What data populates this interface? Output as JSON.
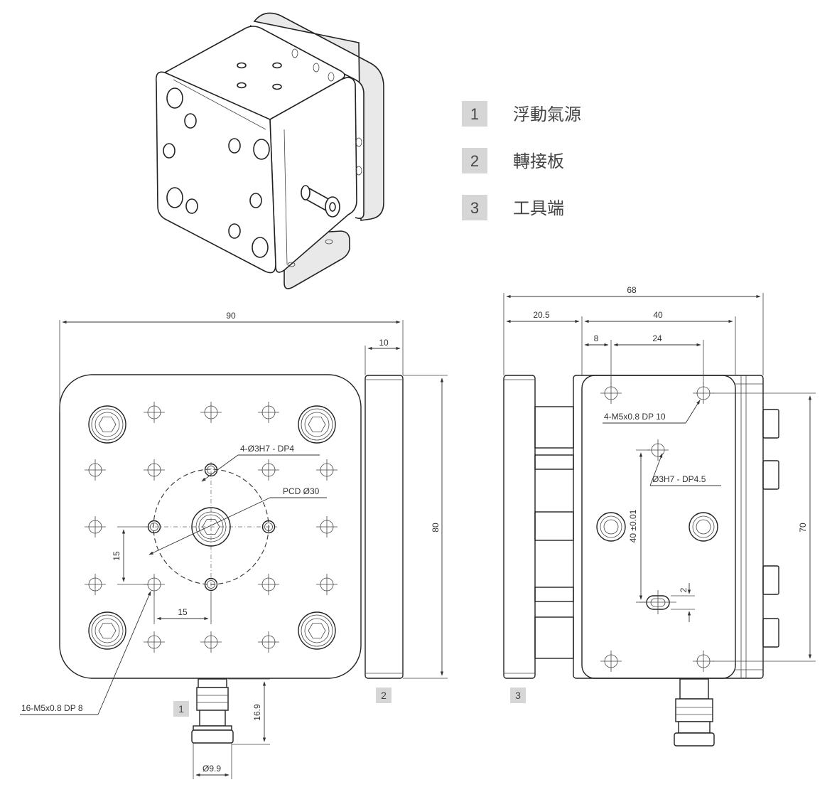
{
  "legend": [
    {
      "num": "1",
      "label": "浮動氣源"
    },
    {
      "num": "2",
      "label": "轉接板"
    },
    {
      "num": "3",
      "label": "工具端"
    }
  ],
  "front_view": {
    "dim_width": "90",
    "dim_thickness": "10",
    "dim_height": "80",
    "dim_pin_spacing_v": "15",
    "dim_pin_spacing_h": "15",
    "dim_fitting_length": "16.9",
    "dim_fitting_dia": "Ø9.9",
    "callout_pins": "4-Ø3H7 - DP4",
    "callout_pcd": "PCD Ø30",
    "callout_threads": "16-M5x0.8 DP 8",
    "badge_source": "1",
    "badge_adapter": "2"
  },
  "side_view": {
    "dim_total": "68",
    "dim_offset": "20.5",
    "dim_plate": "40",
    "dim_edge": "8",
    "dim_hole_spacing": "24",
    "dim_height": "70",
    "dim_pin_spacing": "40 ±0.01",
    "dim_slot": "2",
    "callout_threads": "4-M5x0.8 DP 10",
    "callout_pin": "Ø3H7 - DP4.5",
    "badge_tool": "3"
  }
}
